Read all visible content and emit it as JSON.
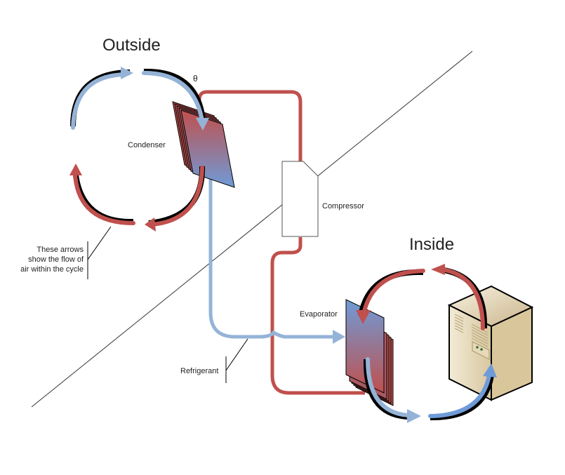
{
  "diagram": {
    "title_outside": "Outside",
    "title_inside": "Inside",
    "labels": {
      "condenser": "Condenser",
      "compressor": "Compressor",
      "evaporator": "Evaporator",
      "refrigerant": "Refrigerant",
      "annotation_line1": "These arrows",
      "annotation_line2": "show the flow of",
      "annotation_line3": "air within the cycle"
    },
    "colors": {
      "hot": "#c0504d",
      "cold": "#95b3d7",
      "cold_bright": "#6f9bd8",
      "outline": "#000000",
      "divider": "#333333",
      "server_body": "#e8dcc0"
    },
    "icons": [
      "condenser-coil-icon",
      "evaporator-coil-icon",
      "compressor-icon",
      "server-rack-icon",
      "air-flow-arrow-icon"
    ]
  }
}
